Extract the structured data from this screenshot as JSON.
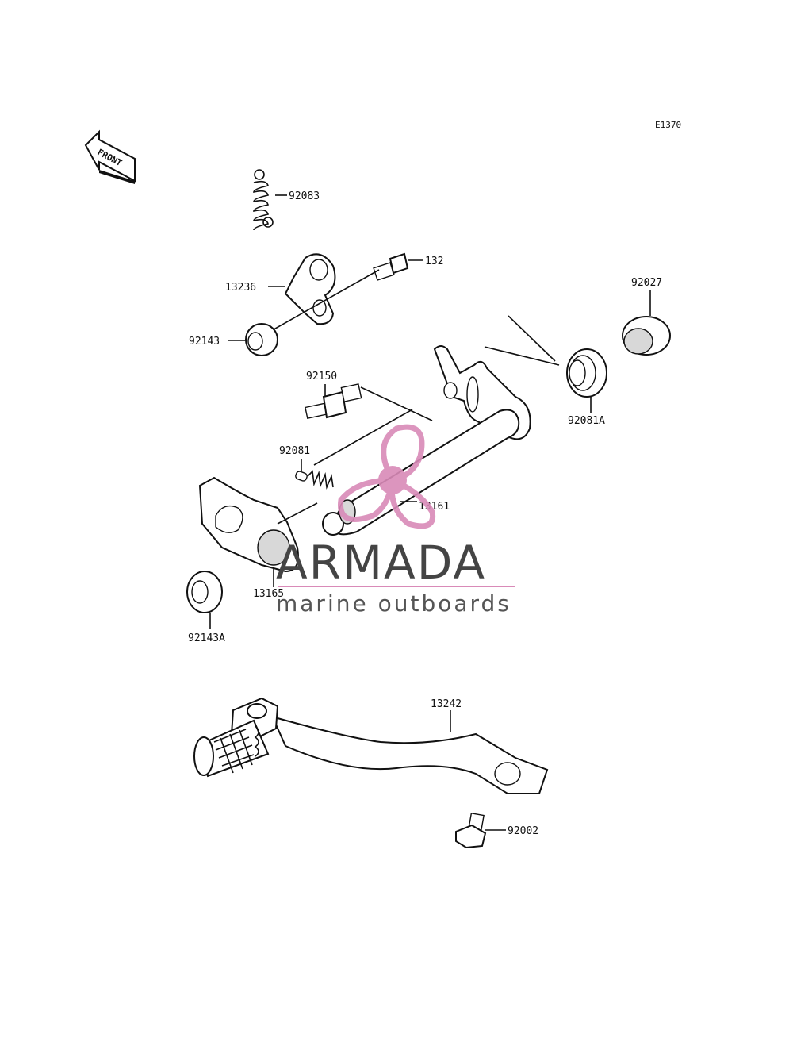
{
  "diagram_code": "E1370",
  "front_indicator": "FRONT",
  "parts": {
    "spring_92083": "92083",
    "bolt_132": "132",
    "plate_13236": "13236",
    "collar_92143": "92143",
    "seal_92027": "92027",
    "pin_92150": "92150",
    "spring_92081A": "92081A",
    "spring_92081": "92081",
    "shaft_13161": "13161",
    "lever_13165": "13165",
    "collar_92143A": "92143A",
    "pedal_13242": "13242",
    "bolt_92002": "92002"
  },
  "watermark": {
    "brand": "ARMADA",
    "tagline": "marine outboards",
    "logo_color": "#d98ab8",
    "text_color": "#4a4a4a"
  }
}
